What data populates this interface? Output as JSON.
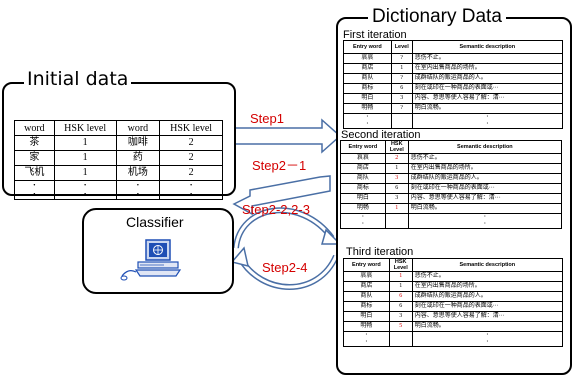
{
  "initial": {
    "title": "Initial data",
    "headers": [
      "word",
      "HSK level",
      "word",
      "HSK level"
    ],
    "rows": [
      [
        "茶",
        "1",
        "咖啡",
        "2"
      ],
      [
        "家",
        "1",
        "药",
        "2"
      ],
      [
        "飞机",
        "1",
        "机场",
        "2"
      ],
      [
        "·",
        "·",
        "·",
        "·"
      ],
      [
        "·",
        "·",
        "·",
        "·"
      ]
    ]
  },
  "classifier": {
    "label": "Classifier"
  },
  "steps": {
    "step1": "Step1",
    "step2_1": "Step2－1",
    "step2_23": "Step2-2,2-3",
    "step2_4": "Step2-4"
  },
  "dictionary": {
    "title": "Dictionary Data",
    "iterations": [
      {
        "title": "First iteration",
        "headers": [
          "Entry word",
          "Level",
          "Semantic description"
        ],
        "rows": [
          {
            "w": "哀哀",
            "l": "?",
            "d": "悲伤不止。",
            "red": false
          },
          {
            "w": "商店",
            "l": "1",
            "d": "在室内出售商品的场所。",
            "red": false
          },
          {
            "w": "商队",
            "l": "?",
            "d": "成群结队的贩运商品的人。",
            "red": false
          },
          {
            "w": "商标",
            "l": "6",
            "d": "刻在或印在一种商品的表面或···",
            "red": false
          },
          {
            "w": "明白",
            "l": "3",
            "d": "内容、意思等使人容易了解：清···",
            "red": false
          },
          {
            "w": "明畅",
            "l": "?",
            "d": "明白流畅。",
            "red": false
          },
          {
            "w": "·",
            "l": "",
            "d": "·",
            "red": false
          },
          {
            "w": "·",
            "l": "",
            "d": "·",
            "red": false
          }
        ]
      },
      {
        "title": "Second iteration",
        "headers": [
          "Entry word",
          "HSK Level",
          "Semantic description"
        ],
        "rows": [
          {
            "w": "哀哀",
            "l": "2",
            "d": "悲伤不止。",
            "red": true
          },
          {
            "w": "商店",
            "l": "1",
            "d": "在室内出售商品的场所。",
            "red": false
          },
          {
            "w": "商队",
            "l": "3",
            "d": "成群结队的贩运商品的人。",
            "red": true
          },
          {
            "w": "商标",
            "l": "6",
            "d": "刻在或印在一种商品的表面或···",
            "red": false
          },
          {
            "w": "明白",
            "l": "3",
            "d": "内容、意思等使人容易了解：清···",
            "red": false
          },
          {
            "w": "明畅",
            "l": "1",
            "d": "明白流畅。",
            "red": true
          },
          {
            "w": "·",
            "l": "",
            "d": "·",
            "red": false
          },
          {
            "w": "·",
            "l": "",
            "d": "·",
            "red": false
          }
        ]
      },
      {
        "title": "Third iteration",
        "headers": [
          "Entry word",
          "HSK Level",
          "Semantic description"
        ],
        "rows": [
          {
            "w": "哀哀",
            "l": "1",
            "d": "悲伤不止。",
            "red": true
          },
          {
            "w": "商店",
            "l": "1",
            "d": "在室内出售商品的场所。",
            "red": false
          },
          {
            "w": "商队",
            "l": "6",
            "d": "成群结队的贩运商品的人。",
            "red": true
          },
          {
            "w": "商标",
            "l": "6",
            "d": "刻在或印在一种商品的表面或···",
            "red": false
          },
          {
            "w": "明白",
            "l": "3",
            "d": "内容、意思等使人容易了解：清···",
            "red": false
          },
          {
            "w": "明畅",
            "l": "5",
            "d": "明白流畅。",
            "red": true
          },
          {
            "w": "·",
            "l": "",
            "d": "·",
            "red": false
          },
          {
            "w": "·",
            "l": "",
            "d": "·",
            "red": false
          }
        ]
      }
    ]
  },
  "colors": {
    "step_text": "#d40000",
    "arrow_fill": "#ffffff",
    "arrow_stroke": "#4a6fa5",
    "monitor_blue": "#1f4fb5"
  }
}
